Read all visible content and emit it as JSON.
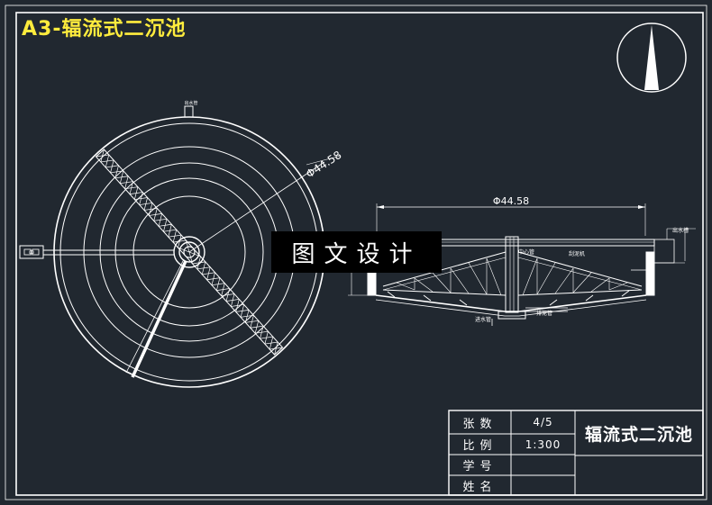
{
  "drawing": {
    "title": "A3-辐流式二沉池",
    "watermark": "图文设计"
  },
  "plan_view": {
    "diameter_label": "Φ44.58",
    "outlet_label": "出水管",
    "pipe_label": "中"
  },
  "section_view": {
    "diameter_label": "Φ44.58",
    "labels": {
      "center_pipe": "中心管",
      "scraper": "刮泥机",
      "outlet": "出水槽",
      "inlet": "进水管",
      "sludge": "排泥管"
    }
  },
  "title_block": {
    "rows": [
      {
        "label": "张数",
        "value": "4/5"
      },
      {
        "label": "比例",
        "value": "1:300"
      },
      {
        "label": "学号",
        "value": ""
      },
      {
        "label": "姓名",
        "value": ""
      }
    ],
    "drawing_name": "辐流式二沉池"
  },
  "colors": {
    "background": "#212830",
    "lines": "#ffffff",
    "title": "#ffec3d"
  }
}
